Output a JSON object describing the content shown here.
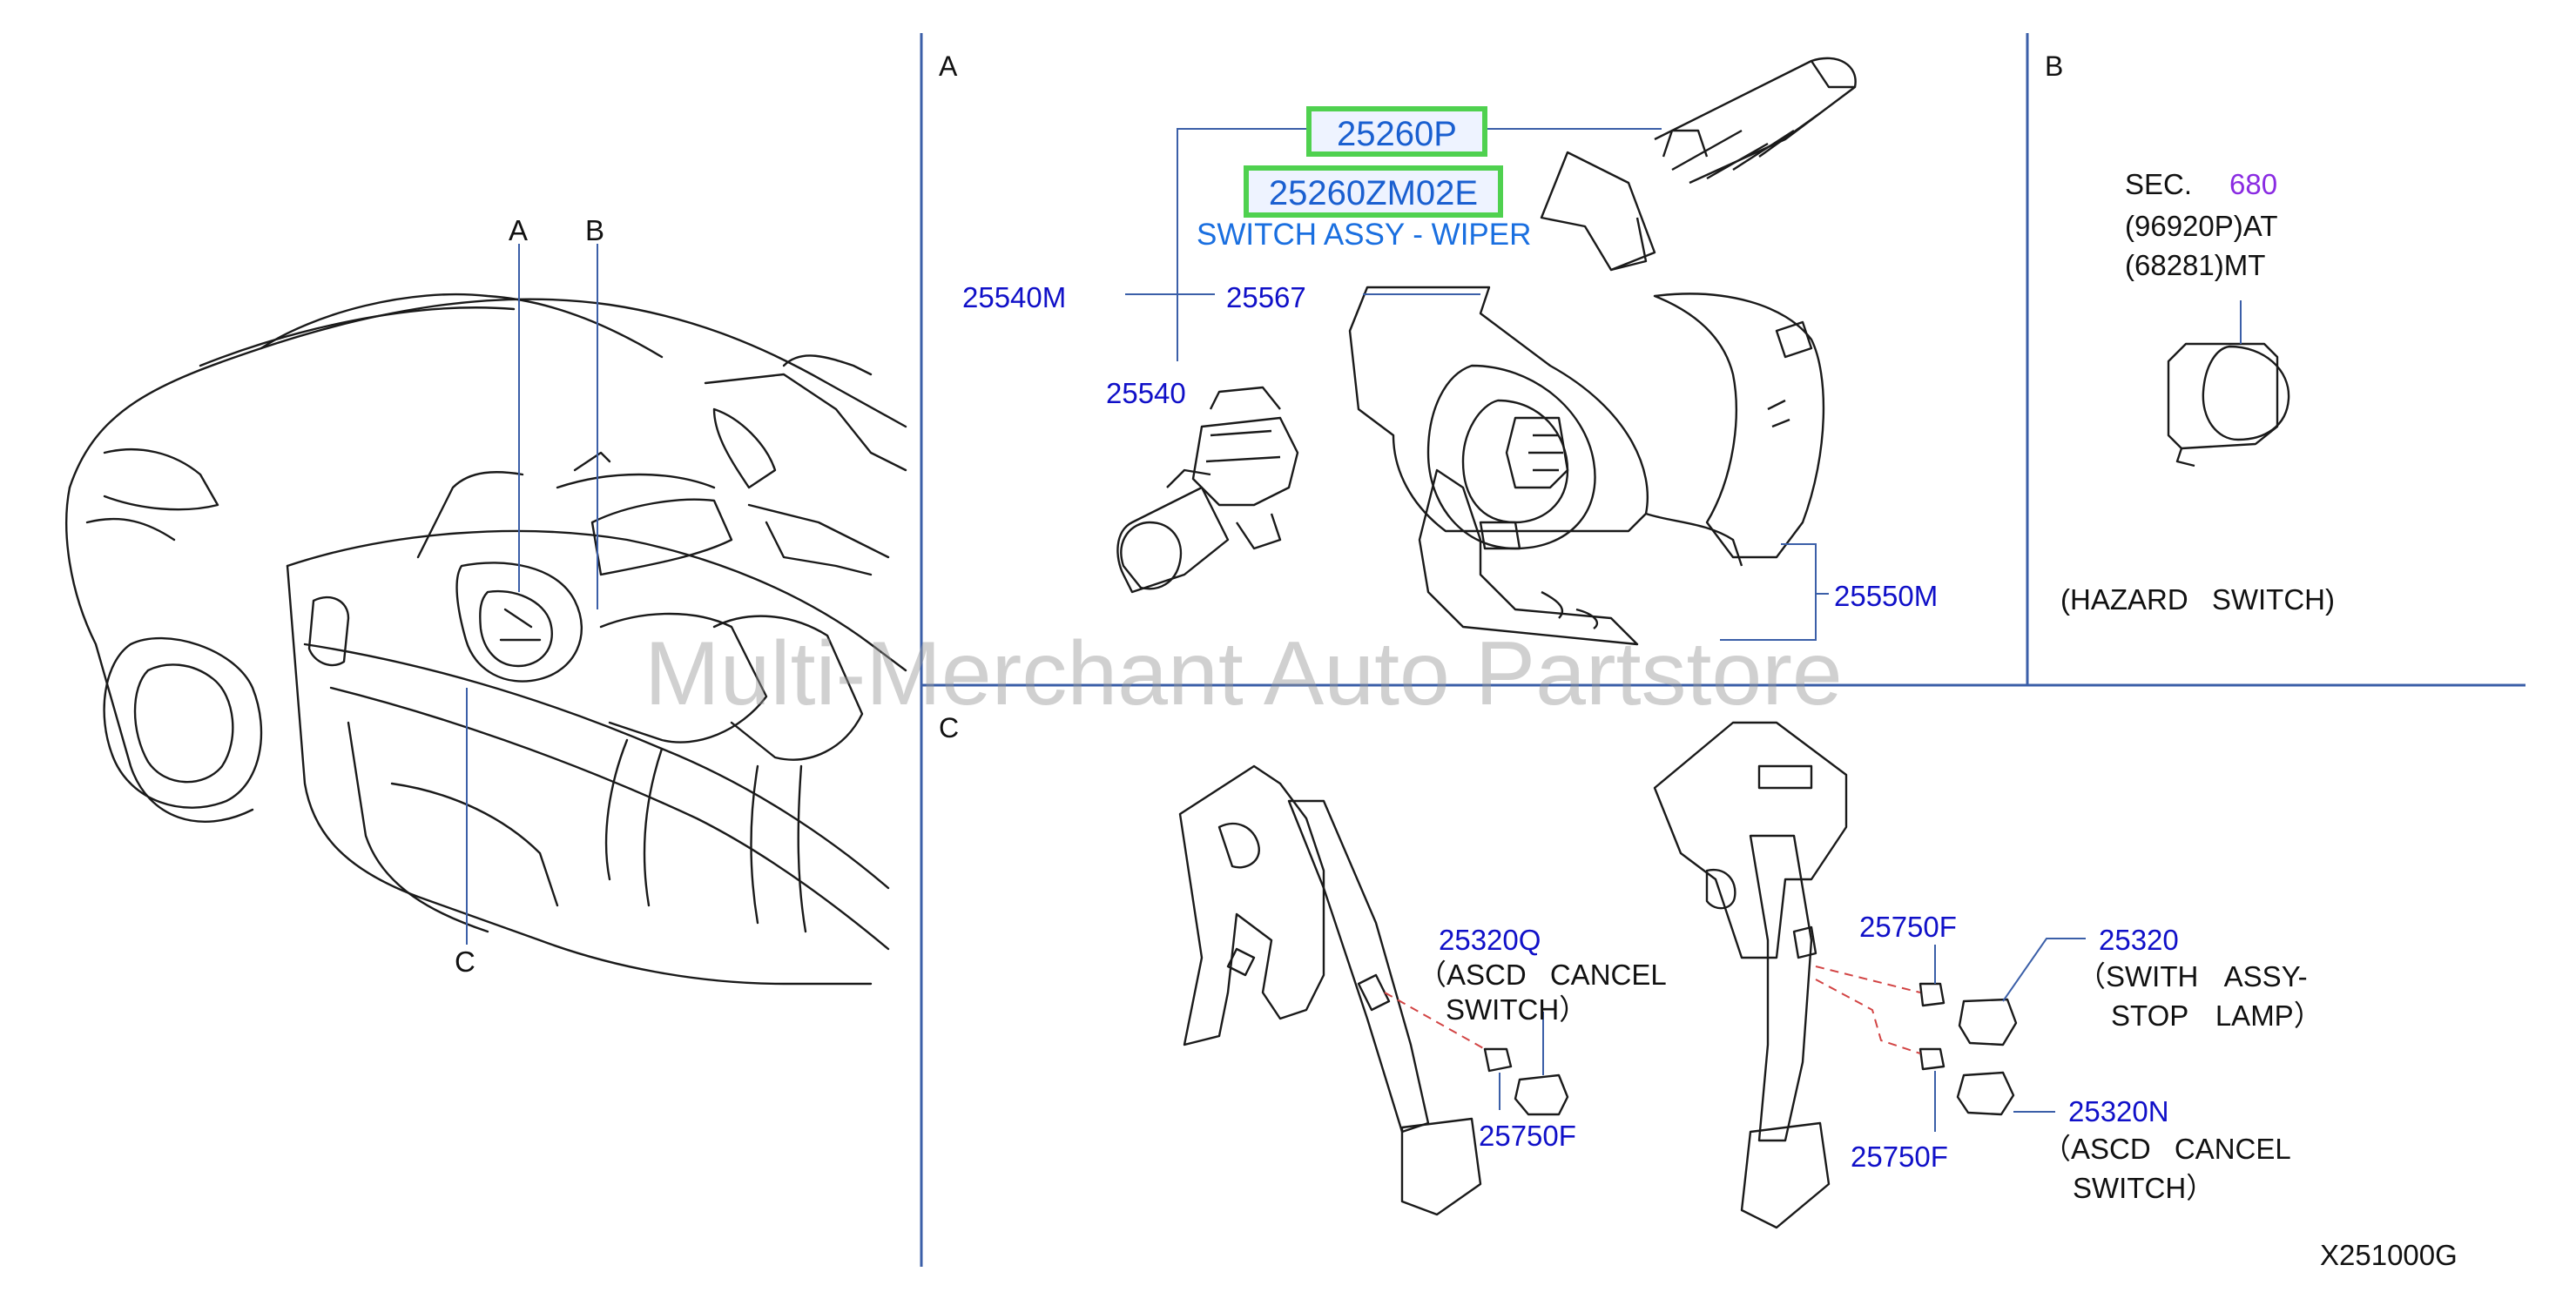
{
  "sections": {
    "a": "A",
    "b": "B",
    "c": "C"
  },
  "overview": {
    "a": "A",
    "b": "B",
    "c": "C"
  },
  "highlighted_parts": {
    "part1": "25260P",
    "part2": "25260ZM02E",
    "description": "SWITCH ASSY - WIPER"
  },
  "section_a": {
    "p25540m": "25540M",
    "p25567": "25567",
    "p25540": "25540",
    "p25550m": "25550M"
  },
  "section_b": {
    "sec_label": "SEC.",
    "sec_num": "680",
    "ref1": "(96920P)AT",
    "ref2": "(68281)MT",
    "caption": "(HAZARD SWITCH)"
  },
  "section_c": {
    "p25320q": "25320Q",
    "ascd1_line1": "（ASCD CANCEL",
    "ascd1_line2": "SWITCH）",
    "p25750f_left": "25750F",
    "p25750f_top": "25750F",
    "p25750f_bottom": "25750F",
    "p25320": "25320",
    "stop1": "（SWITH ASSY-",
    "stop2": "STOP LAMP）",
    "p25320n": "25320N",
    "ascd2_line1": "（ASCD CANCEL",
    "ascd2_line2": "SWITCH）"
  },
  "diagram_code": "X251000G",
  "watermark": "Multi-Merchant Auto Partstore",
  "colors": {
    "part_number": "#1010c8",
    "highlight_border": "#4fd14f",
    "highlight_text": "#1a5fd0",
    "sec_number": "#8a2be2"
  }
}
